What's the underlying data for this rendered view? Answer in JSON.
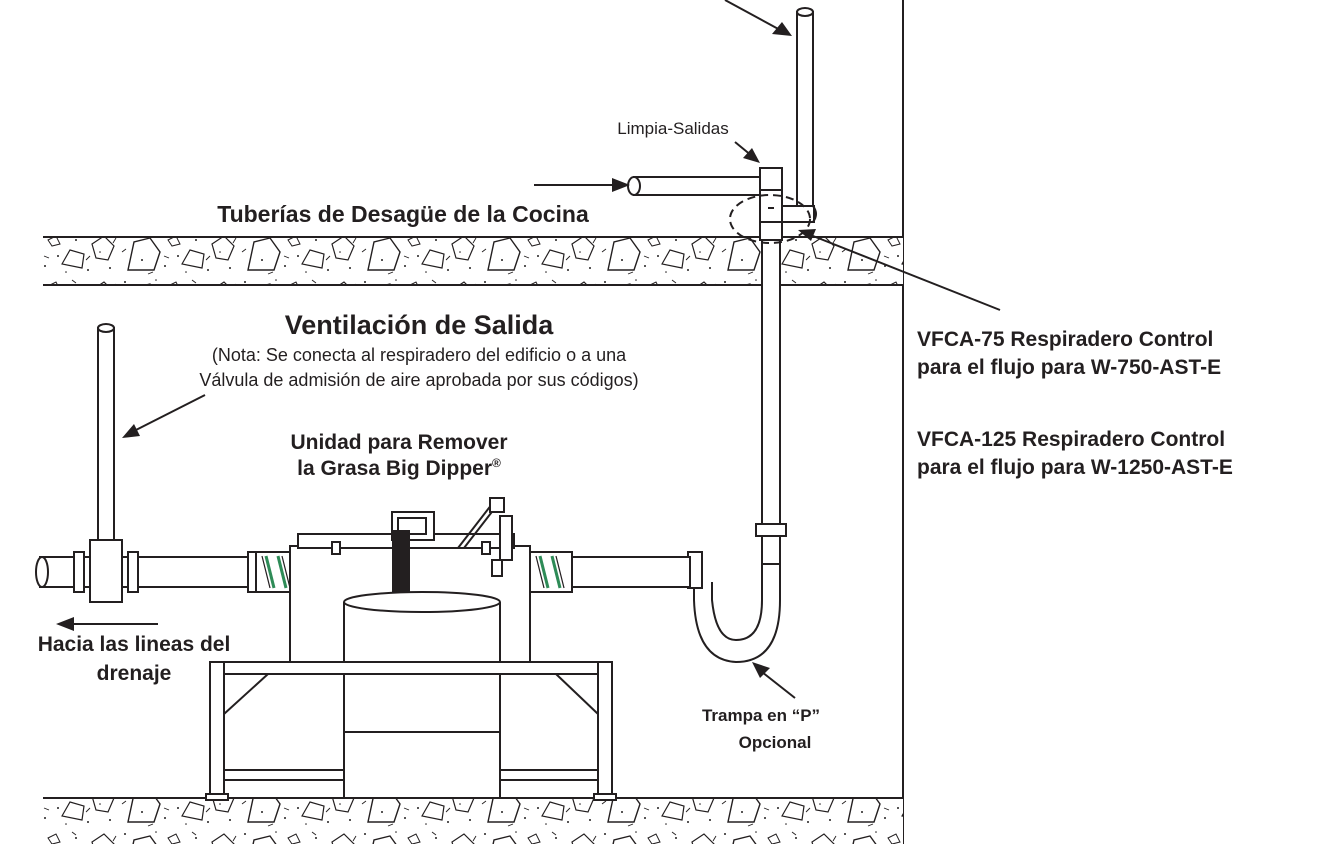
{
  "labels": {
    "cleanout": "Limpia-Salidas",
    "kitchen_drains": "Tuberías de Desagüe de la Cocina",
    "outlet_vent_title": "Ventilación de Salida",
    "outlet_vent_note_1": "(Nota: Se conecta al respiradero del edificio o a una",
    "outlet_vent_note_2": "Válvula de admisión de aire aprobada por sus códigos)",
    "unit_line_1": "Unidad para Remover",
    "unit_line_2": "la Grasa Big Dipper",
    "unit_reg": "®",
    "to_drain_1": "Hacia las lineas del",
    "to_drain_2": "drenaje",
    "ptrap_1": "Trampa en “P”",
    "ptrap_2": "Opcional",
    "vfca75_1": "VFCA-75 Respiradero Control",
    "vfca75_2": "para el flujo para W-750-AST-E",
    "vfca125_1": "VFCA-125 Respiradero Control",
    "vfca125_2": "para el flujo para W-1250-AST-E"
  },
  "colors": {
    "line": "#231f20",
    "background": "#ffffff",
    "coupling_stripe": "#2e8b57"
  }
}
